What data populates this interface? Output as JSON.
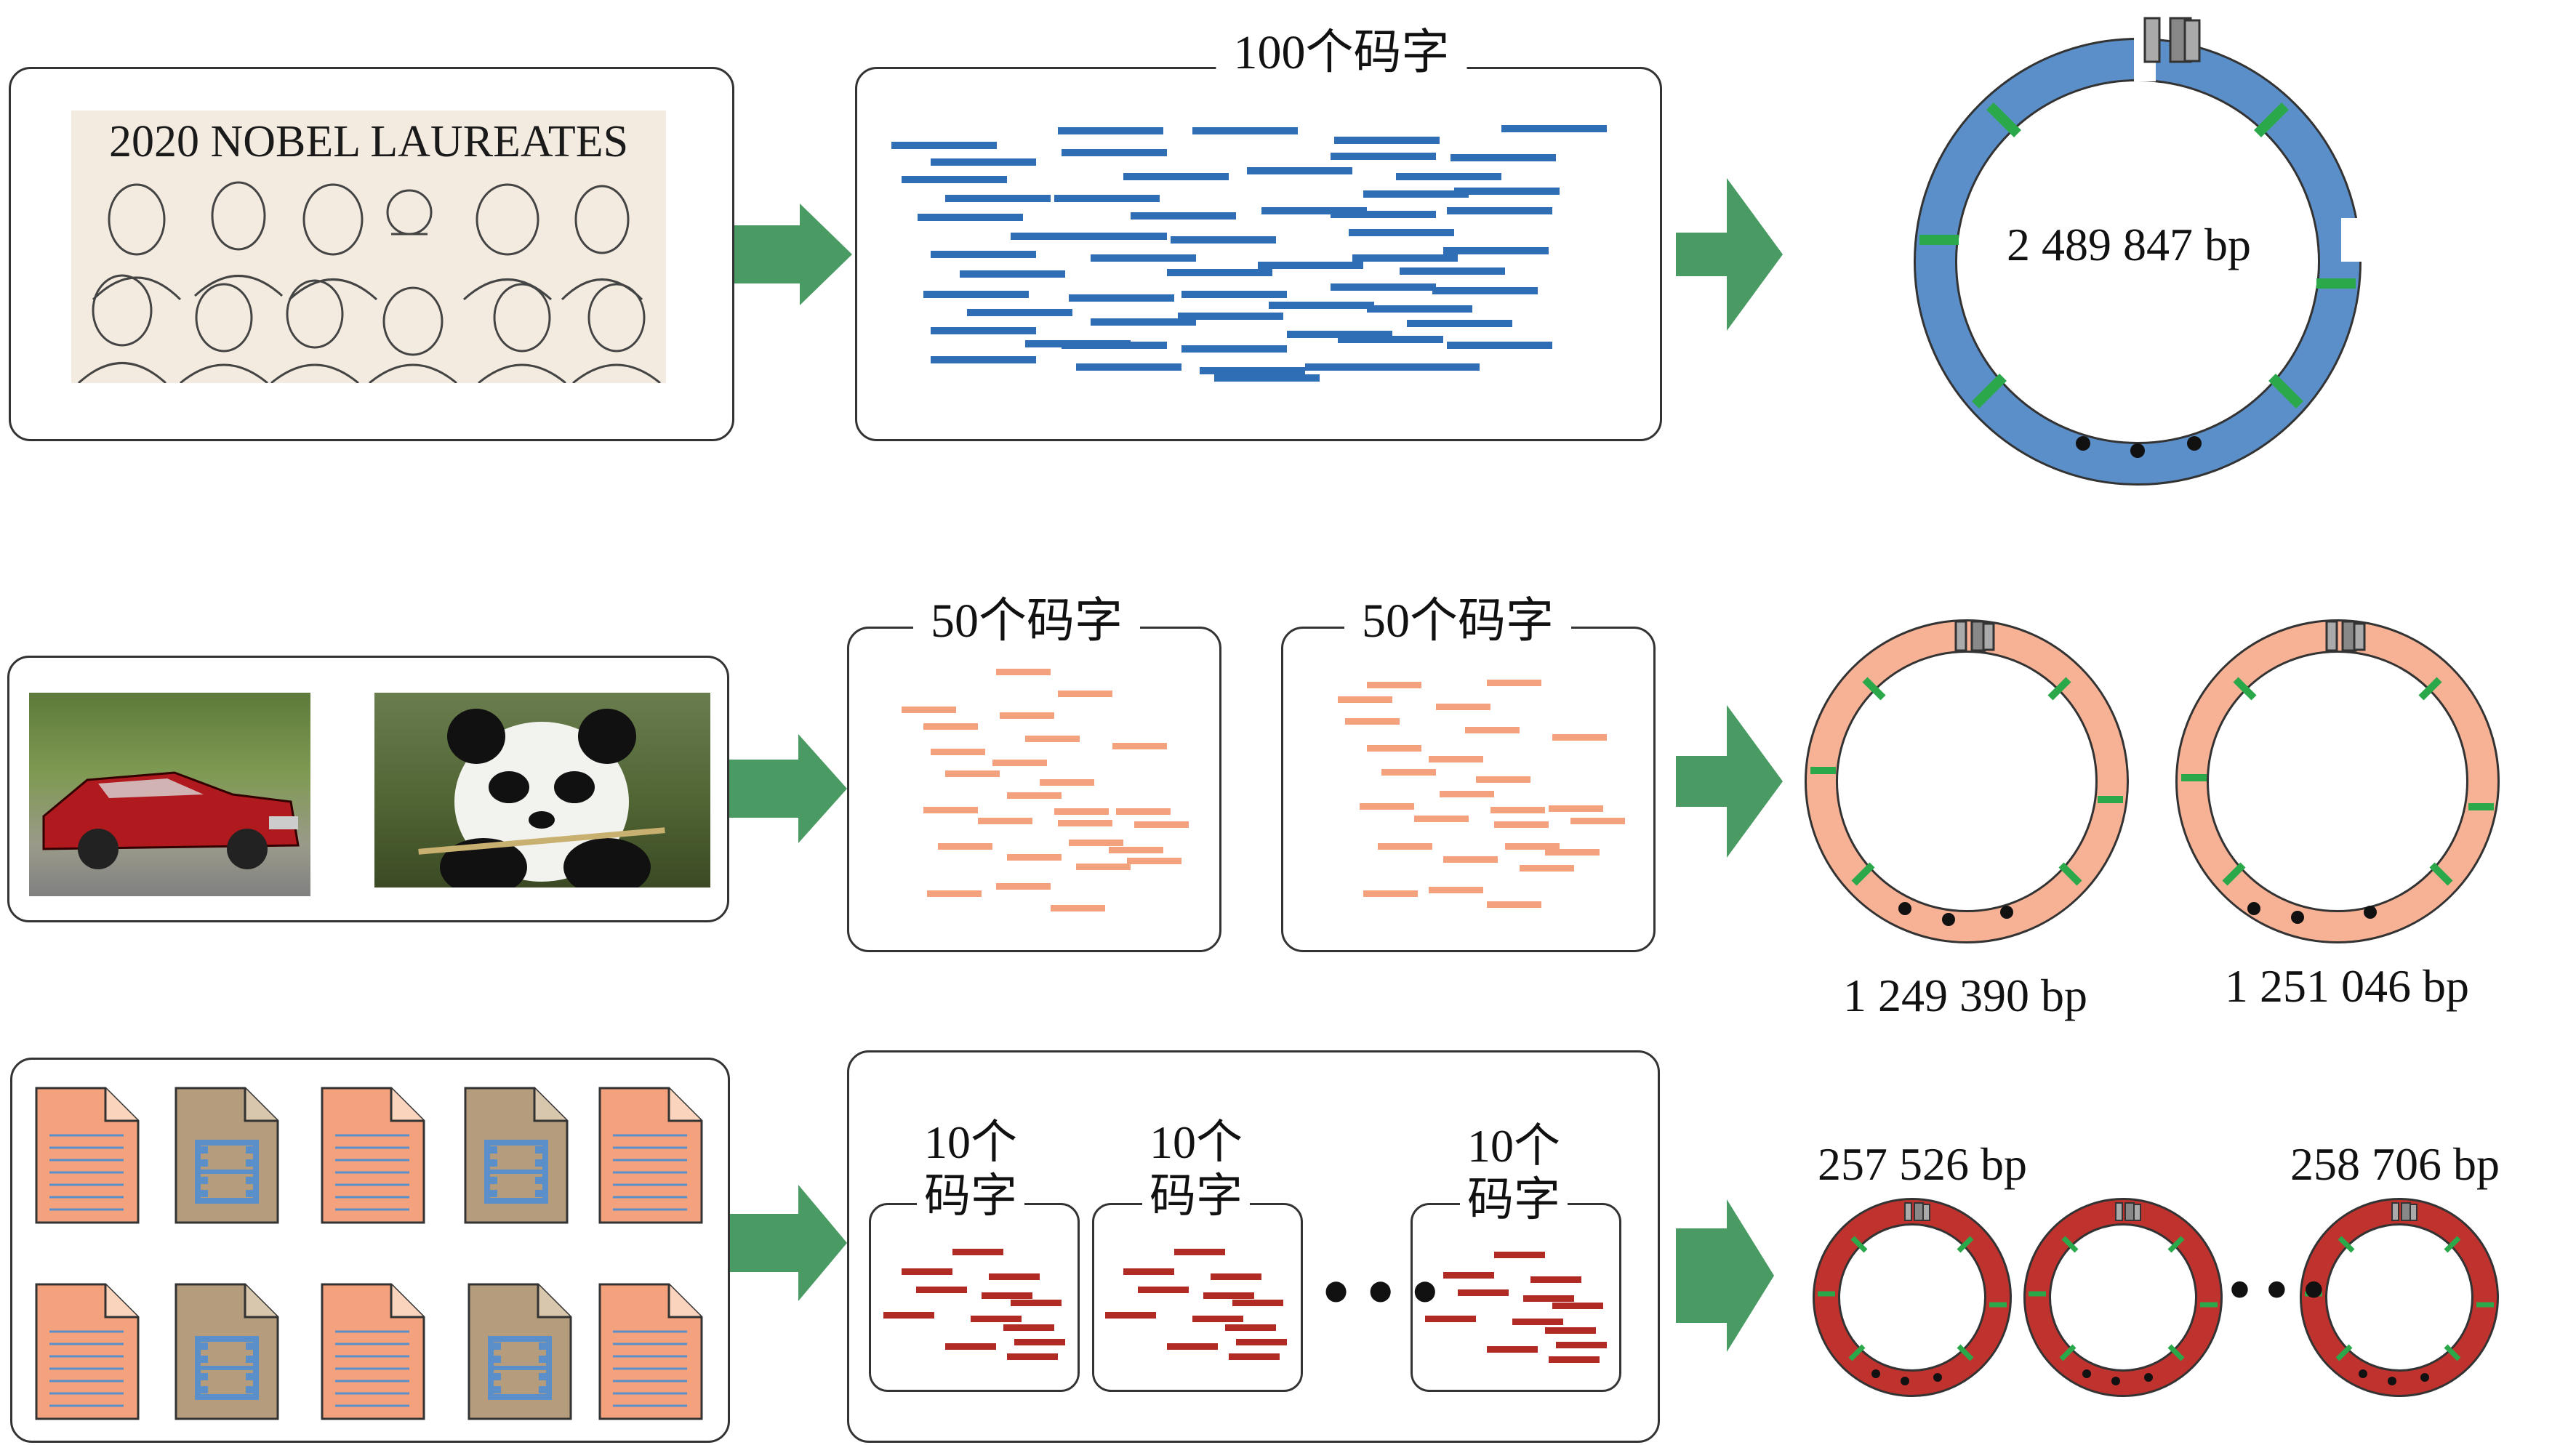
{
  "row1": {
    "image_caption": "2020 NOBEL LAUREATES",
    "oligo_label": "100个码字",
    "genome_label": "2 489 847 bp",
    "read_color": "#2f6db5",
    "ring_color": "#5b8fc9"
  },
  "row2": {
    "oligo_labels": [
      "50个码字",
      "50个码字"
    ],
    "genome_labels": [
      "1 249 390 bp",
      "1 251 046 bp"
    ],
    "read_color": "#f4a27e",
    "ring_color": "#f7b296"
  },
  "row3": {
    "oligo_labels": [
      "10个\n码字",
      "10个\n码字",
      "10个\n码字"
    ],
    "genome_labels": [
      "257 526 bp",
      "258 706 bp"
    ],
    "ellipsis": "•••",
    "read_color": "#b22a24",
    "ring_color": "#c0322d"
  },
  "colors": {
    "arrow": "#4a9a63",
    "marker": "#2aa84a",
    "doc_orange": "#f4a27e",
    "doc_tan": "#b59c7c",
    "doc_line": "#5b8fc9"
  },
  "icons": [
    "text-document-icon",
    "video-file-icon",
    "car-photo",
    "panda-photo",
    "nobel-laureates-image",
    "arrow-right-icon"
  ]
}
